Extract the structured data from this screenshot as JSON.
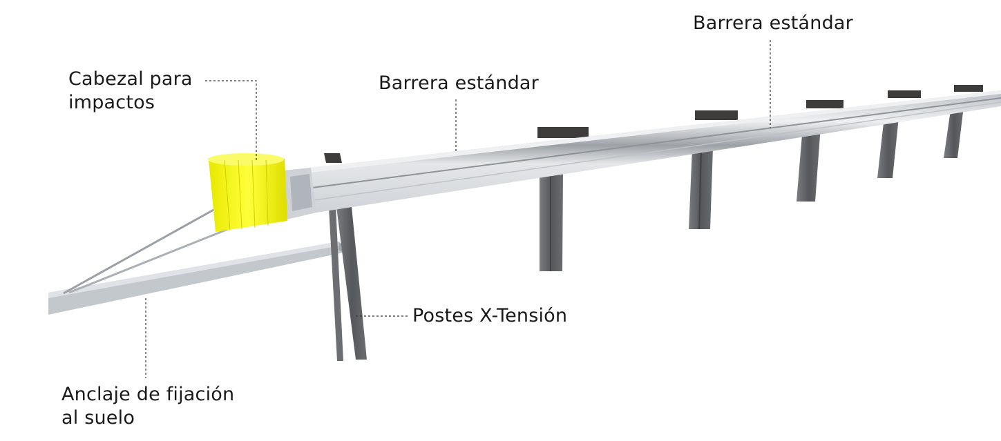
{
  "labels": {
    "impact_head": [
      "Cabezal para",
      "impactos"
    ],
    "standard_barrier_mid": "Barrera estándar",
    "standard_barrier_far": "Barrera estándar",
    "posts": "Postes X-Tensión",
    "ground_anchor": [
      "Anclaje de fijación",
      "al suelo"
    ]
  },
  "colors": {
    "impact_head": "#f4f410",
    "rail": "#c9cdd2",
    "post": "#5c5e62",
    "post_cap": "#3e3b3b",
    "anchor": "#c3c8cd",
    "leader": "#333333",
    "text": "#1a1a1a"
  }
}
